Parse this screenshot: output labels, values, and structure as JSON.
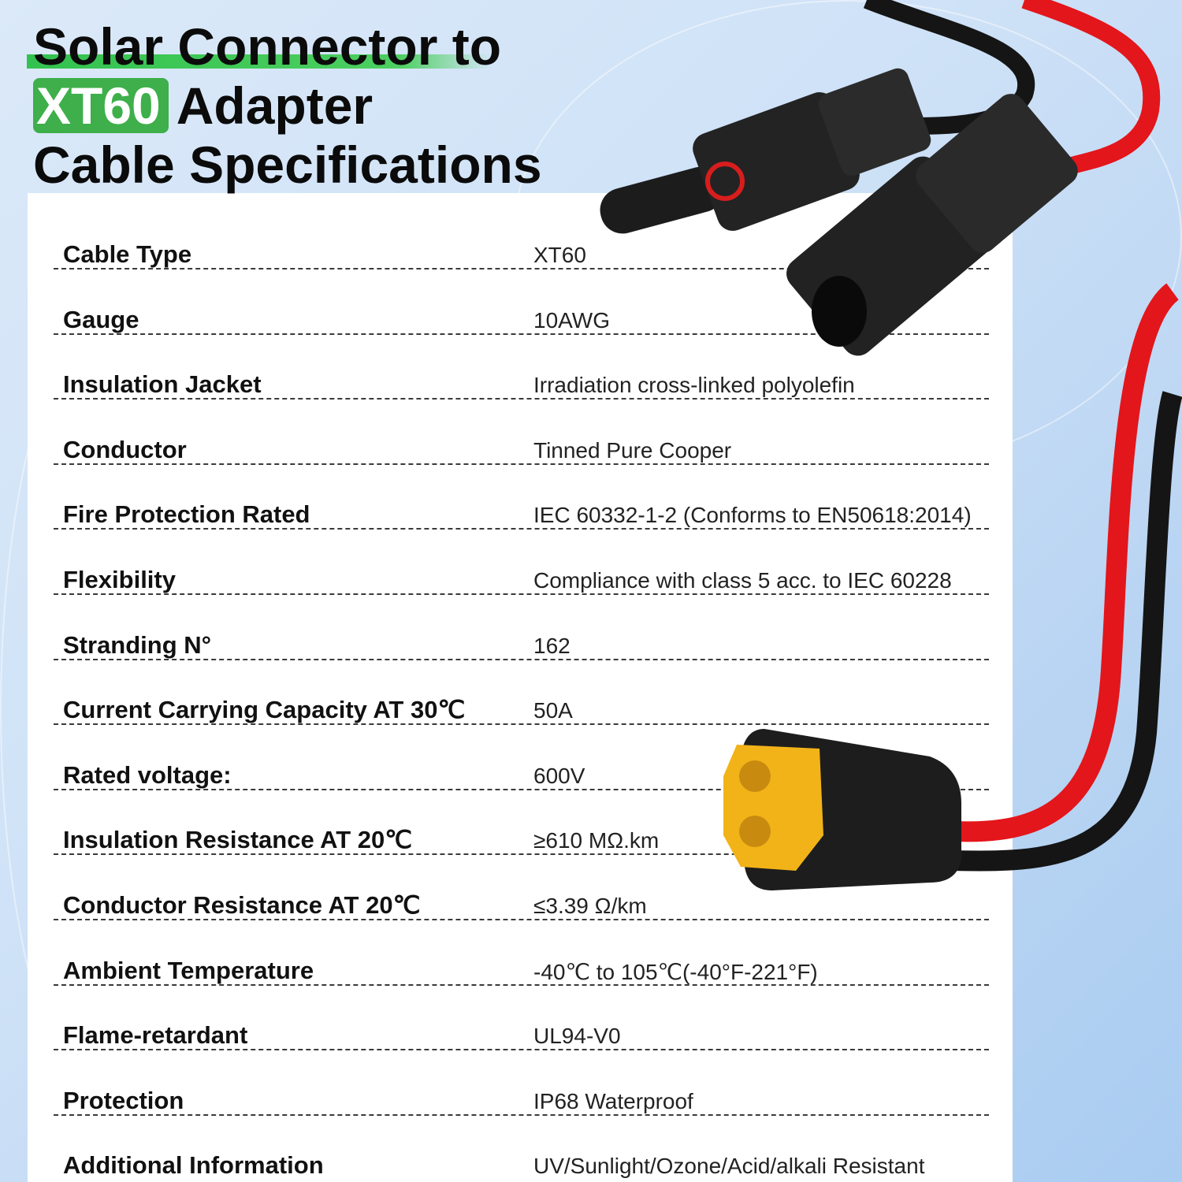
{
  "title": {
    "line1": "Solar Connector to",
    "badge": "XT60",
    "line2_rest": "Adapter",
    "line3": "Cable Specifications"
  },
  "colors": {
    "accent_green": "#3eaf4b",
    "cable_red": "#e3161b",
    "xt60_yellow": "#f2b318"
  },
  "specs": [
    {
      "label": "Cable Type",
      "value": "XT60"
    },
    {
      "label": "Gauge",
      "value": "10AWG"
    },
    {
      "label": "Insulation Jacket",
      "value": "Irradiation cross-linked polyolefin"
    },
    {
      "label": "Conductor",
      "value": "Tinned Pure Cooper"
    },
    {
      "label": "Fire Protection Rated",
      "value": "IEC 60332-1-2 (Conforms to EN50618:2014)"
    },
    {
      "label": "Flexibility",
      "value": "Compliance with class 5 acc. to IEC 60228"
    },
    {
      "label": "Stranding N°",
      "value": "162"
    },
    {
      "label": "Current Carrying Capacity AT 30℃",
      "value": "50A"
    },
    {
      "label": "Rated voltage:",
      "value": "600V"
    },
    {
      "label": "Insulation Resistance AT 20℃",
      "value": "≥610 MΩ.km"
    },
    {
      "label": "Conductor Resistance AT 20℃",
      "value": "≤3.39 Ω/km"
    },
    {
      "label": "Ambient Temperature",
      "value": "-40℃ to 105℃(-40°F-221°F)"
    },
    {
      "label": "Flame-retardant",
      "value": "UL94-V0"
    },
    {
      "label": "Protection",
      "value": "IP68 Waterproof"
    },
    {
      "label": "Additional Information",
      "value": "UV/Sunlight/Ozone/Acid/alkali Resistant"
    }
  ]
}
